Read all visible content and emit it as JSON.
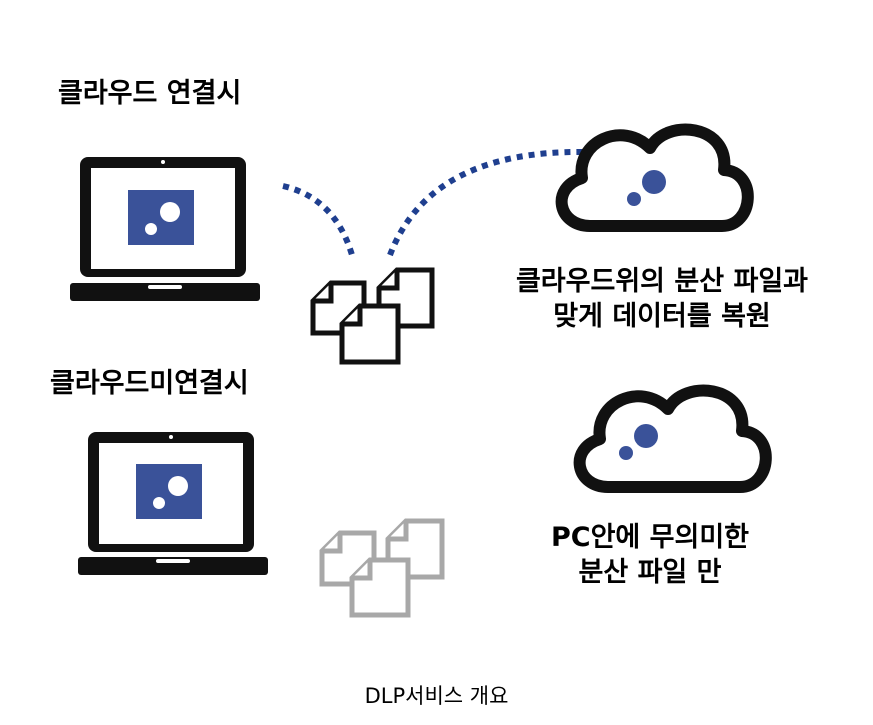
{
  "labels": {
    "cloud_connected": "클라우드 연결시",
    "cloud_disconnected": "클라우드미연결시",
    "restore_line1": "클라우드위의 분산 파일과",
    "restore_line2": "맞게 데이터를 복원",
    "fragments_line1": "PC안에 무의미한",
    "fragments_line2": "분산 파일 만"
  },
  "caption": "DLP서비스 개요",
  "icons": {
    "laptop": "laptop-icon",
    "cloud": "cloud-icon",
    "files": "document-stack-icon",
    "link": "dotted-connection"
  },
  "colors": {
    "brand_blue": "#3a5299",
    "dotted_link": "#1f3f8f",
    "dark": "#111111",
    "faded_files": "#a8a8a8"
  }
}
